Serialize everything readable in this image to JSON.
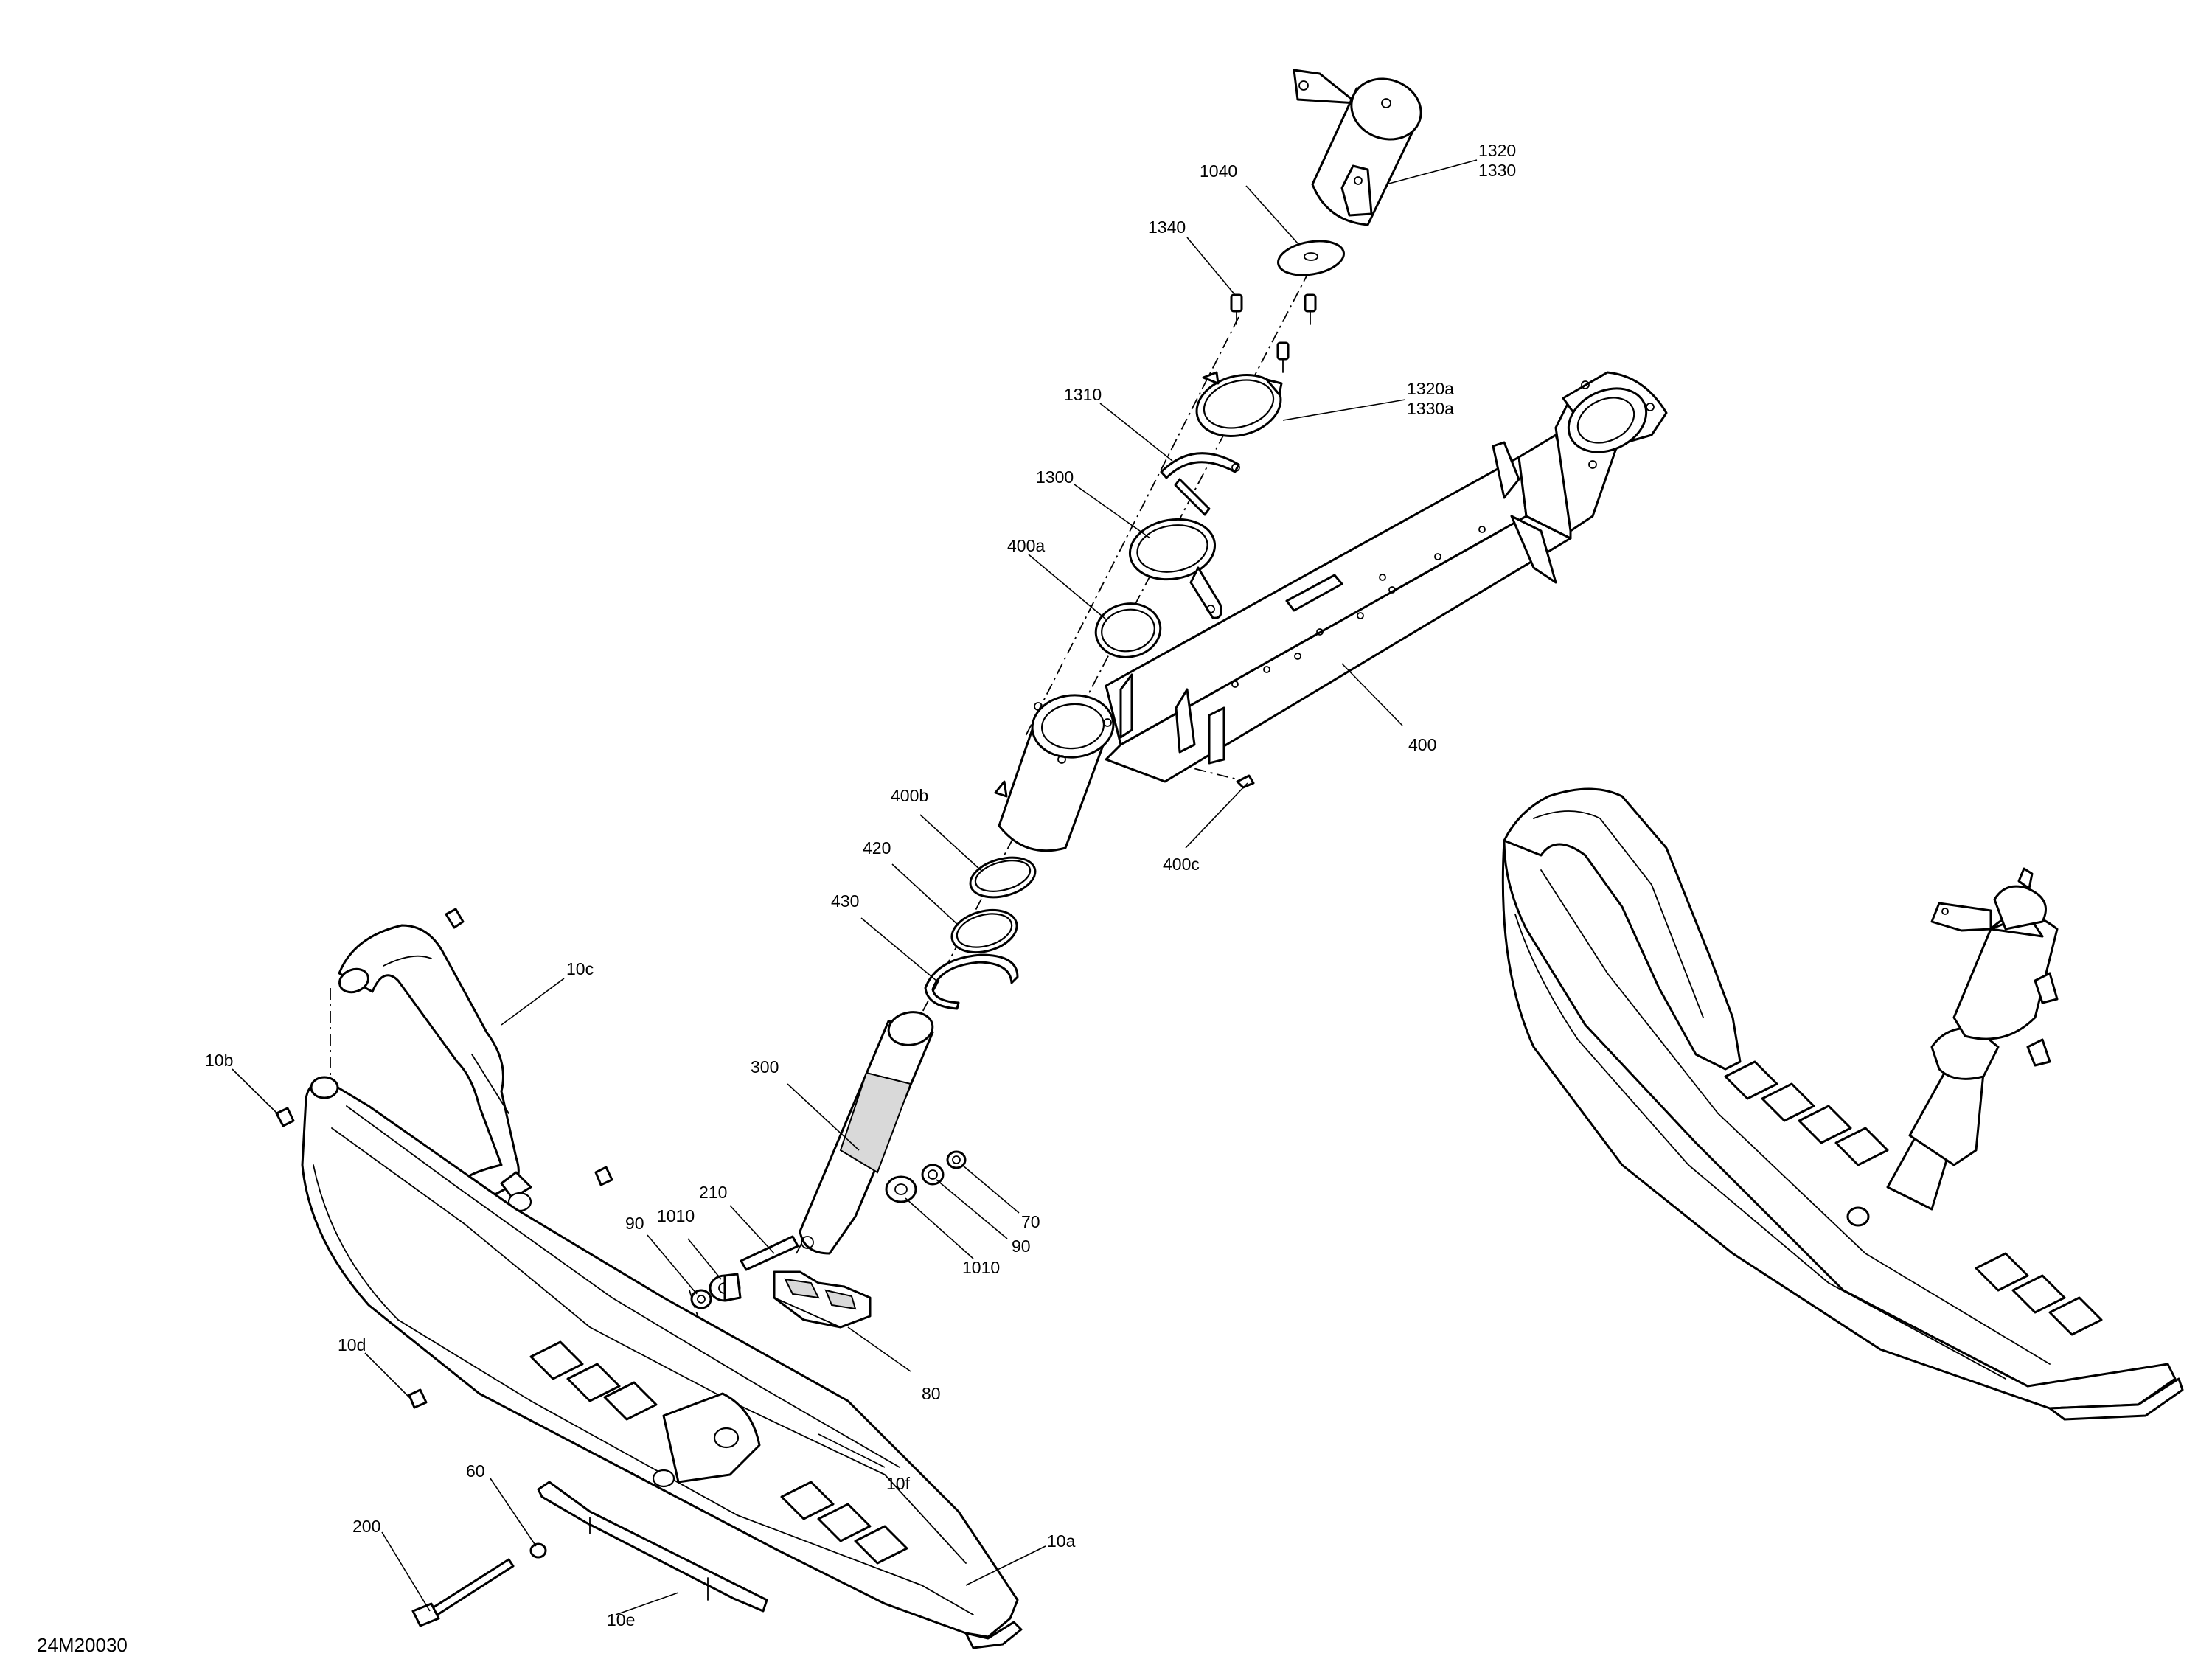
{
  "diagram_code": "24M20030",
  "callouts": {
    "c1320_1330": [
      "1320",
      "1330"
    ],
    "c1040": "1040",
    "c1340": "1340",
    "c1320a_1330a": [
      "1320a",
      "1330a"
    ],
    "c1310": "1310",
    "c1300": "1300",
    "c400a": "400a",
    "c400": "400",
    "c400b": "400b",
    "c400c": "400c",
    "c420": "420",
    "c430": "430",
    "c10c": "10c",
    "c10b": "10b",
    "c300": "300",
    "c210": "210",
    "c90_left": "90",
    "c1010_left": "1010",
    "c70": "70",
    "c90_right": "90",
    "c1010_right": "1010",
    "c10d": "10d",
    "c80": "80",
    "c10f": "10f",
    "c60": "60",
    "c200": "200",
    "c10a": "10a",
    "c10e": "10e"
  }
}
